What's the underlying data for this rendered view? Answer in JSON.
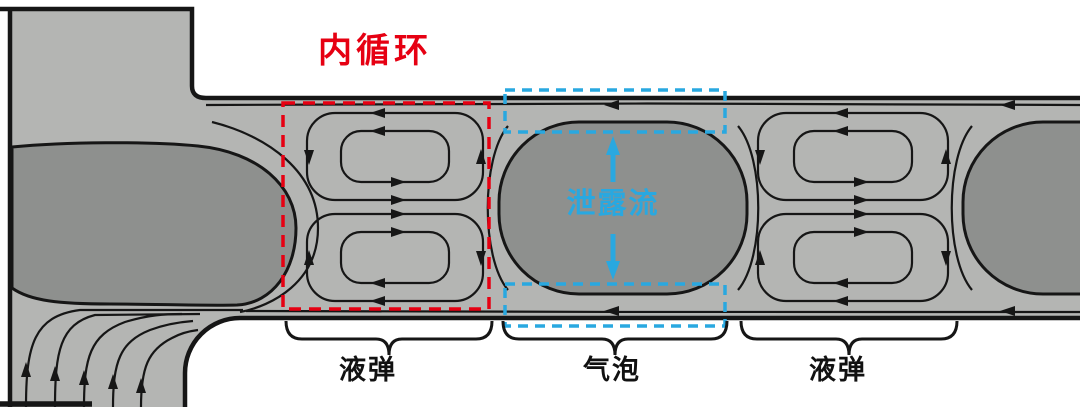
{
  "figure": {
    "annotations": {
      "internal_circulation": "内循环",
      "leakage_flow": "泄露流"
    },
    "bottom_labels": [
      {
        "id": "slug-left",
        "text": "液弹"
      },
      {
        "id": "bubble",
        "text": "气泡"
      },
      {
        "id": "slug-right",
        "text": "液弹"
      }
    ],
    "colors": {
      "red": "#e60012",
      "cyan": "#29a8e0",
      "channel_fill": "#b4b5b3",
      "gas_fill": "#8e908e",
      "line": "#161616"
    }
  }
}
